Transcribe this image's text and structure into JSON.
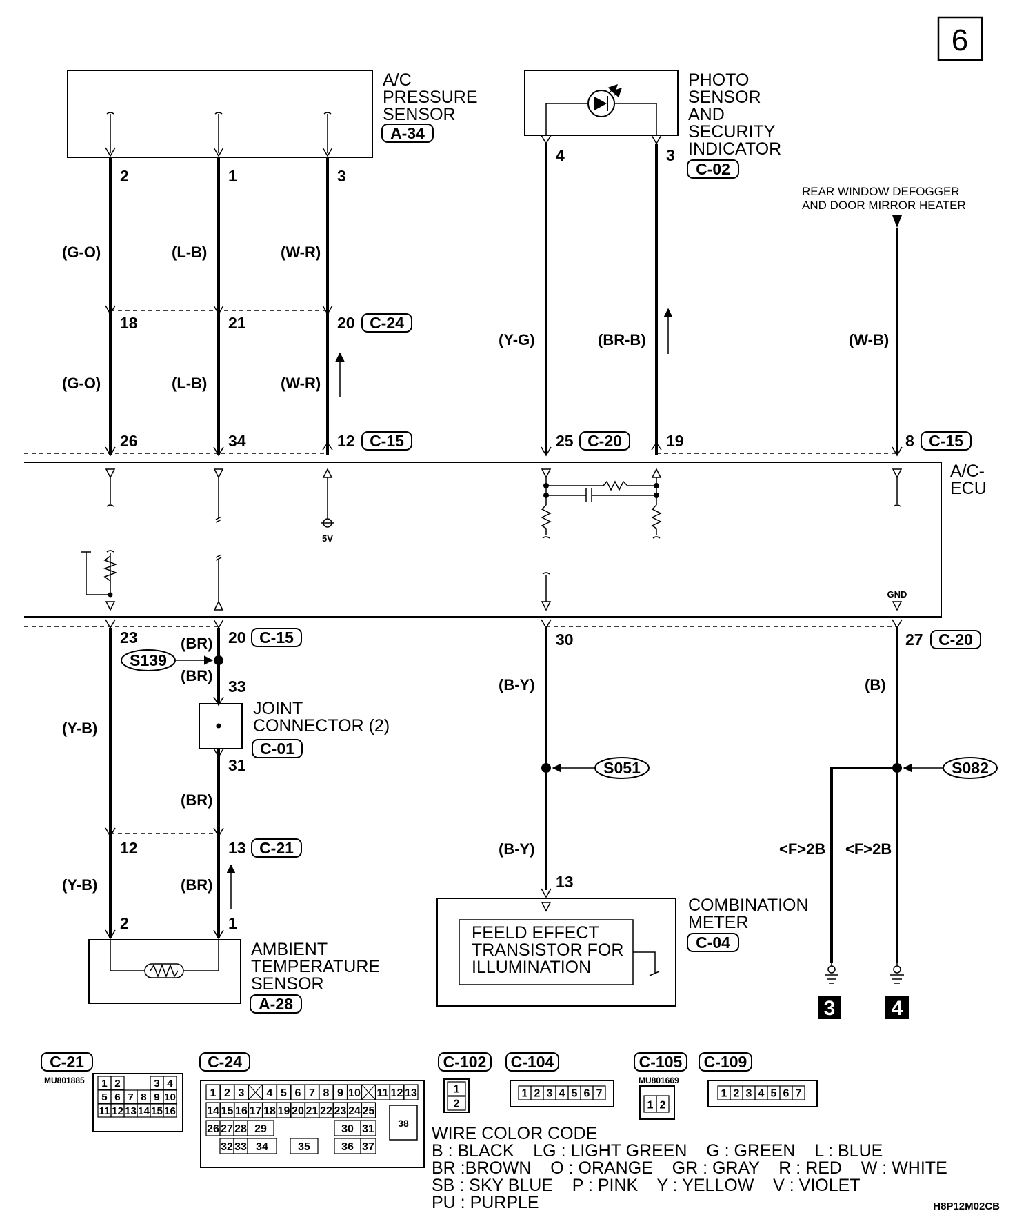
{
  "page_number": "6",
  "figure_code": "H8P12M02CB",
  "components": {
    "ac_pressure_sensor": {
      "line1": "A/C",
      "line2": "PRESSURE",
      "line3": "SENSOR",
      "connector": "A-34"
    },
    "photo_sensor": {
      "line1": "PHOTO",
      "line2": "SENSOR",
      "line3": "AND",
      "line4": "SECURITY",
      "line5": "INDICATOR",
      "connector": "C-02"
    },
    "rear_defogger": {
      "line1": "REAR WINDOW DEFOGGER",
      "line2": "AND DOOR MIRROR HEATER"
    },
    "ac_ecu": {
      "line1": "A/C-",
      "line2": "ECU",
      "supply": "5V",
      "gnd": "GND"
    },
    "joint_connector": {
      "line1": "JOINT",
      "line2": "CONNECTOR (2)",
      "connector": "C-01"
    },
    "ambient_sensor": {
      "line1": "AMBIENT",
      "line2": "TEMPERATURE",
      "line3": "SENSOR",
      "connector": "A-28"
    },
    "combination_meter": {
      "line1": "COMBINATION",
      "line2": "METER",
      "connector": "C-04",
      "inner1": "FEELD EFFECT",
      "inner2": "TRANSISTOR FOR",
      "inner3": "ILLUMINATION"
    }
  },
  "wire_labels": {
    "go": "(G-O)",
    "lb": "(L-B)",
    "wr": "(W-R)",
    "yg": "(Y-G)",
    "brb": "(BR-B)",
    "wb": "(W-B)",
    "br": "(BR)",
    "yb": "(Y-B)",
    "by": "(B-Y)",
    "b": "(B)",
    "f2b": "<F>2B"
  },
  "pins": {
    "p2": "2",
    "p1": "1",
    "p3": "3",
    "p4": "4",
    "p18": "18",
    "p21": "21",
    "p20": "20",
    "p26": "26",
    "p34": "34",
    "p12": "12",
    "p25": "25",
    "p19": "19",
    "p8": "8",
    "p23": "23",
    "p30": "30",
    "p27": "27",
    "p33": "33",
    "p31": "31",
    "p13": "13"
  },
  "connectors": {
    "c24": "C-24",
    "c15": "C-15",
    "c20": "C-20",
    "c21": "C-21",
    "c102": "C-102",
    "c104": "C-104",
    "c105": "C-105",
    "c109": "C-109"
  },
  "splices": {
    "s139": "S139",
    "s051": "S051",
    "s082": "S082"
  },
  "grounds": {
    "g3": "3",
    "g4": "4"
  },
  "part_numbers": {
    "c21": "MU801885",
    "c105": "MU801669"
  },
  "connector_faces": {
    "c21_rows": [
      [
        "1",
        "2",
        "",
        "3",
        "4"
      ],
      [
        "5",
        "6",
        "7",
        "8",
        "9",
        "10"
      ],
      [
        "11",
        "12",
        "13",
        "14",
        "15",
        "16"
      ]
    ],
    "c24_rows": [
      [
        "1",
        "2",
        "3",
        "",
        "4",
        "5",
        "6",
        "7",
        "8",
        "9",
        "10",
        "",
        "11",
        "12",
        "13"
      ],
      [
        "14",
        "15",
        "16",
        "17",
        "18",
        "19",
        "20",
        "21",
        "22",
        "23",
        "24",
        "25"
      ],
      [
        "26",
        "27",
        "28",
        "29",
        "30",
        "31"
      ],
      [
        "32",
        "33",
        "34",
        "35",
        "36",
        "37"
      ]
    ],
    "c24_big": "38",
    "c102": [
      "1",
      "2"
    ],
    "c104": [
      "1",
      "2",
      "3",
      "4",
      "5",
      "6",
      "7"
    ],
    "c105": [
      "1",
      "2"
    ],
    "c109": [
      "1",
      "2",
      "3",
      "4",
      "5",
      "6",
      "7"
    ]
  },
  "legend": {
    "title": "WIRE COLOR CODE",
    "line1": "B : BLACK    LG : LIGHT GREEN    G : GREEN    L : BLUE",
    "line2": "BR :BROWN    O : ORANGE    GR : GRAY    R : RED    W : WHITE",
    "line3": "SB : SKY BLUE    P : PINK    Y : YELLOW    V : VIOLET",
    "line4": "PU : PURPLE"
  }
}
